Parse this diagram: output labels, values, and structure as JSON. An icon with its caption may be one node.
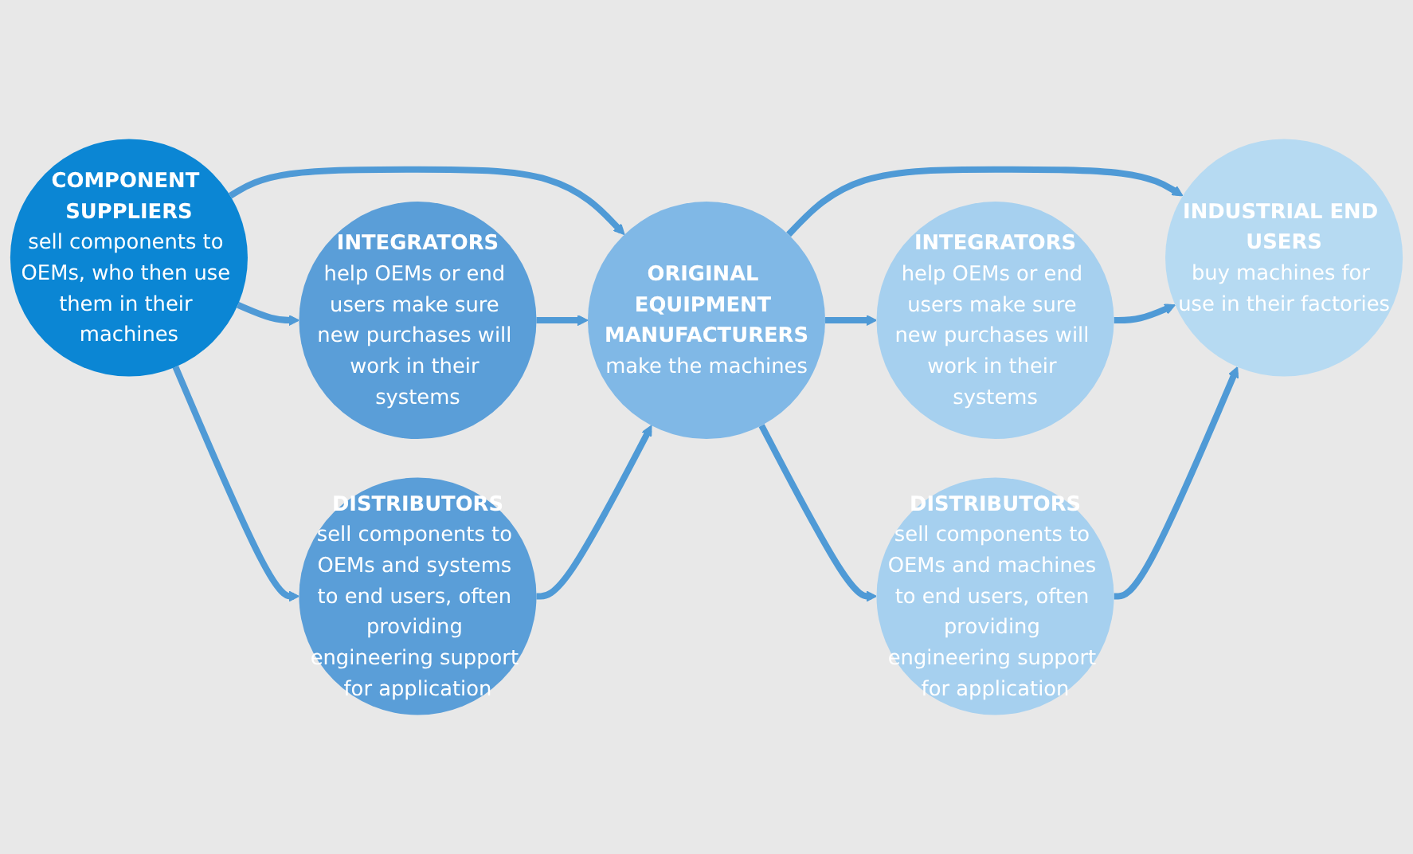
{
  "diagram": {
    "nodes": [
      {
        "text": [
          "COMPONENT SUPPLIERS",
          "sell components to OEMs, who then use them in their machines"
        ]
      },
      {
        "text": [
          "INTEGRATORS",
          "help OEMs or end users make sure new purchases will work in their systems"
        ]
      },
      {
        "text": [
          "DISTRIBUTORS",
          "sell components to OEMs and systems to end users, often providing engineering support for application"
        ]
      },
      {
        "text": [
          "ORIGINAL EQUIPMENT MANUFACTURERS",
          "make the machines"
        ]
      },
      {
        "text": [
          "INTEGRATORS",
          "help OEMs or end users make sure new purchases will work in their systems"
        ]
      },
      {
        "text": [
          "DISTRIBUTORS",
          "sell components to OEMs and machines to end users, often providing engineering support for application"
        ]
      },
      {
        "text": [
          "INDUSTRIAL END USERS",
          "buy machines for use in their factories"
        ]
      }
    ],
    "edges": [
      {
        "from": 0,
        "to": 1,
        "arrow": "to"
      },
      {
        "from": 0,
        "to": 3,
        "arrow": "to"
      },
      {
        "from": 0,
        "to": 2,
        "arrow": "to"
      },
      {
        "from": 1,
        "to": 3,
        "arrow": "to"
      },
      {
        "from": 2,
        "to": 3,
        "arrow": "to"
      },
      {
        "from": 3,
        "to": 4,
        "arrow": "to"
      },
      {
        "from": 3,
        "to": 6,
        "arrow": "to"
      },
      {
        "from": 3,
        "to": 5,
        "arrow": "to"
      },
      {
        "from": 4,
        "to": 6,
        "arrow": "to"
      },
      {
        "from": 5,
        "to": 6,
        "arrow": "to"
      }
    ]
  }
}
